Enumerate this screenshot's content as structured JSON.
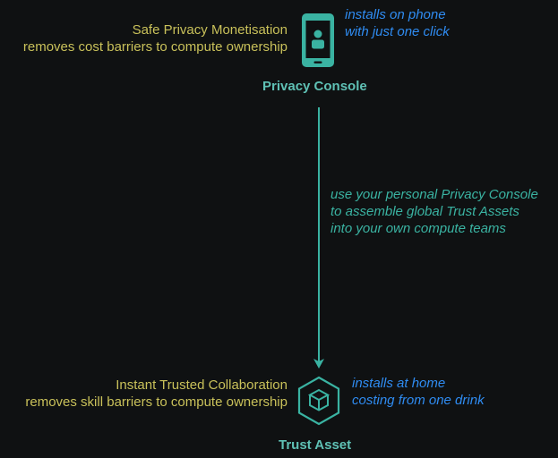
{
  "privacy_console": {
    "title": "Privacy Console",
    "left_lines": [
      "Safe Privacy Monetisation",
      "removes cost barriers to compute ownership"
    ],
    "right_lines": [
      "installs on phone",
      "with just one click"
    ]
  },
  "connection": {
    "lines": [
      "use your personal Privacy Console",
      "to assemble global Trust Assets",
      "into your own compute teams"
    ]
  },
  "trust_asset": {
    "title": "Trust Asset",
    "left_lines": [
      "Instant Trusted Collaboration",
      "removes skill barriers to compute ownership"
    ],
    "right_lines": [
      "installs at home",
      "costing from one drink"
    ]
  },
  "colors": {
    "background": "#0f1112",
    "gold": "#c9c15a",
    "blue": "#2f8cf2",
    "teal": "#3ab3a2",
    "title": "#5fc1b5"
  },
  "icons": {
    "privacy_console": "phone-user-icon",
    "trust_asset": "cube-icon",
    "connector": "arrow-down-icon"
  }
}
